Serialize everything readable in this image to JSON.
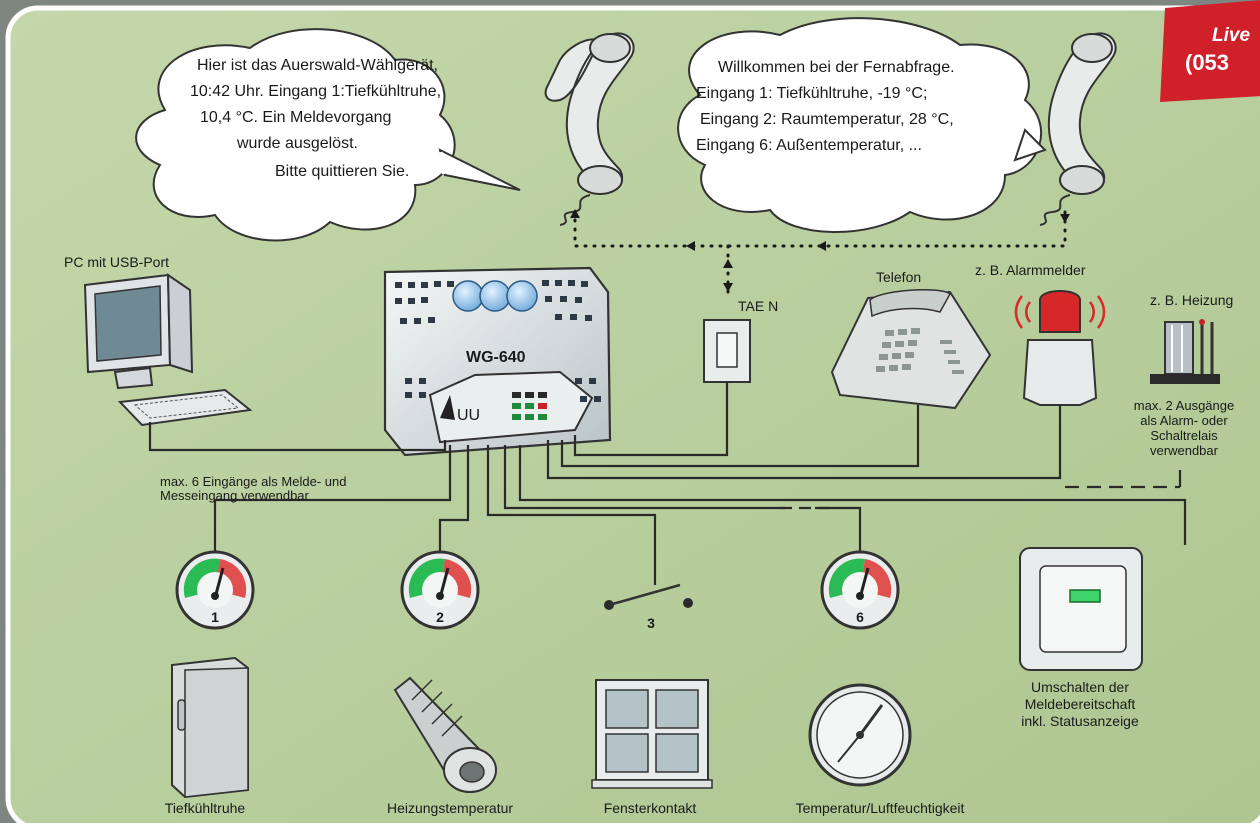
{
  "stamp": {
    "line1": "Live",
    "line2": "(053"
  },
  "bubbles": {
    "left": [
      "Hier ist das Auerswald-Wählgerät,",
      "10:42 Uhr. Eingang 1:Tiefkühltruhe,",
      "10,4 °C. Ein Meldevorgang",
      "wurde ausgelöst.",
      "Bitte quittieren Sie."
    ],
    "right": [
      "Willkommen bei der Fernabfrage.",
      "Eingang 1: Tiefkühltruhe, -19 °C;",
      "Eingang 2: Raumtemperatur, 28 °C,",
      "Eingang 6: Außentemperatur, ..."
    ]
  },
  "labels": {
    "pc": "PC mit USB-Port",
    "device": "WG-640",
    "device_socket": "UU",
    "tae": "TAE N",
    "telefon": "Telefon",
    "alarm": "z. B. Alarmmelder",
    "heizung": "z. B. Heizung",
    "outputs": [
      "max. 2 Ausgänge",
      "als Alarm- oder",
      "Schaltrelais",
      "verwendbar"
    ],
    "inputs": [
      "max. 6 Eingänge als Melde- und",
      "Messeingang verwendbar"
    ],
    "gauges": [
      "1",
      "2",
      "3",
      "6"
    ],
    "umschalten": [
      "Umschalten der",
      "Meldebereitschaft",
      "inkl. Statusanzeige"
    ],
    "bottom": [
      "Tiefkühltruhe",
      "Heizungstemperatur",
      "Fensterkontakt",
      "Temperatur/Luftfeuchtigkeit"
    ]
  },
  "colors": {
    "panel": "#b8cf9e",
    "stamp": "#d0202a",
    "frame": "#ffffff"
  }
}
